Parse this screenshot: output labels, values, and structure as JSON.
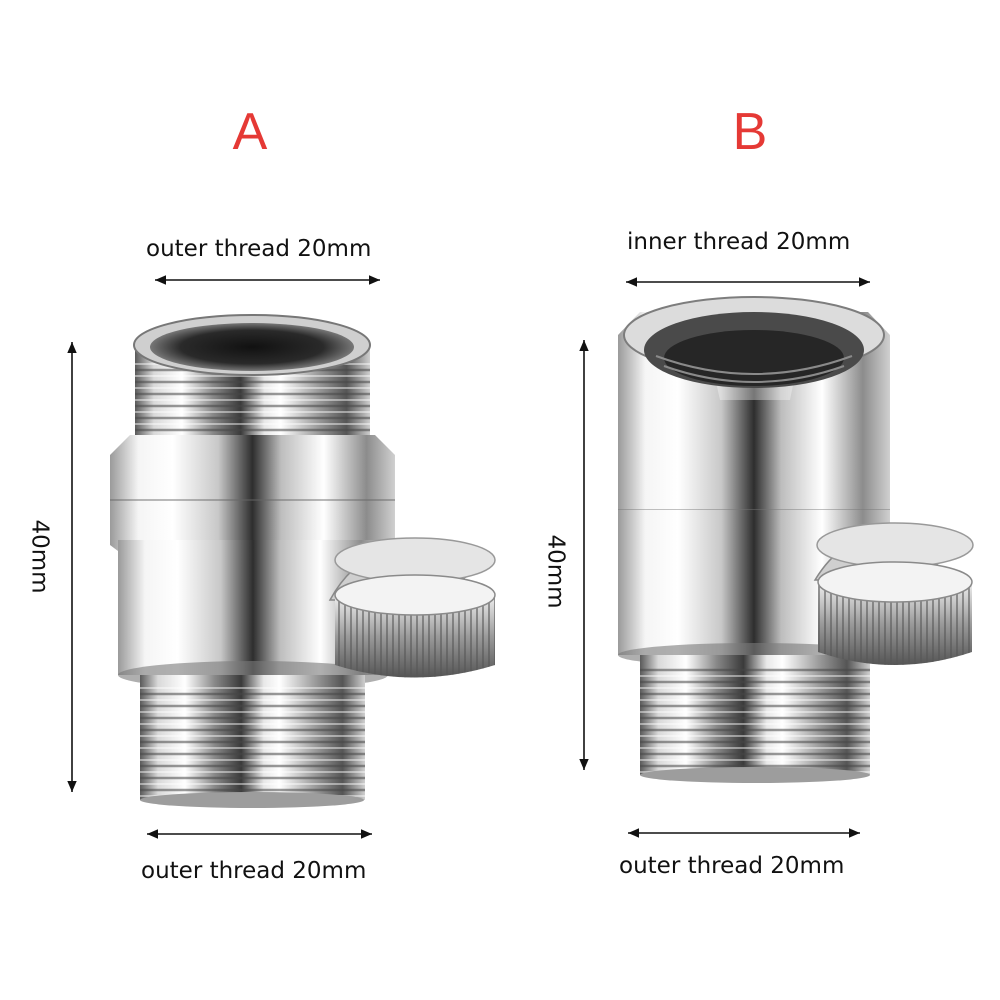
{
  "colors": {
    "label_red": "#e53935",
    "text": "#111111",
    "metal_dark": "#2b2b2b",
    "metal_light": "#f2f2f2"
  },
  "variant_a": {
    "label": "A",
    "top_dimension": "outer thread 20mm",
    "bottom_dimension": "outer thread 20mm",
    "height_dimension": "40mm"
  },
  "variant_b": {
    "label": "B",
    "top_dimension": "inner thread 20mm",
    "bottom_dimension": "outer thread 20mm",
    "height_dimension": "40mm"
  }
}
